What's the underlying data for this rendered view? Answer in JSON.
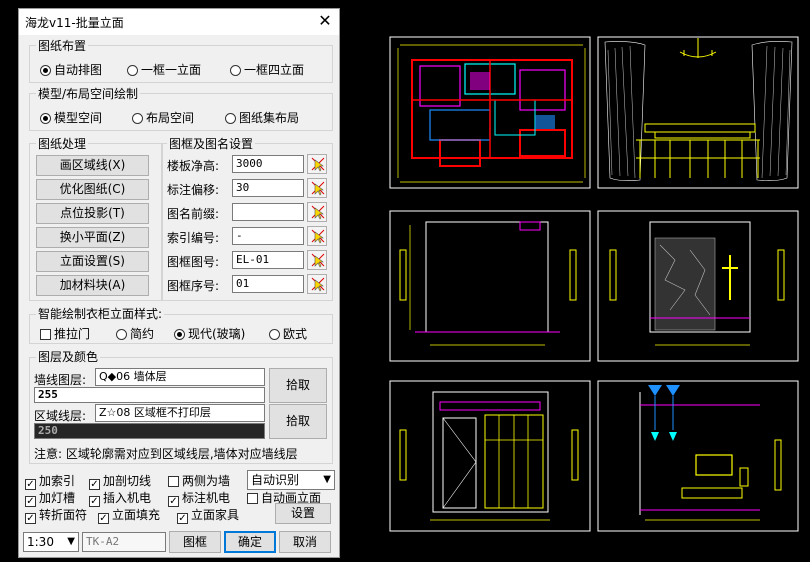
{
  "window": {
    "title": "海龙v11-批量立面",
    "close": "✕"
  },
  "layout_group": {
    "title": "图纸布置",
    "options": [
      "自动排图",
      "一框一立面",
      "一框四立面"
    ],
    "selected": 0
  },
  "space_group": {
    "title": "模型/布局空间绘制",
    "options": [
      "模型空间",
      "布局空间",
      "图纸集布局"
    ],
    "selected": 0
  },
  "processing": {
    "title": "图纸处理",
    "buttons": [
      "画区域线(X)",
      "优化图纸(C)",
      "点位投影(T)",
      "换小平面(Z)",
      "立面设置(S)",
      "加材料块(A)"
    ]
  },
  "frame_settings": {
    "title": "图框及图名设置",
    "fields": [
      {
        "label": "楼板净高:",
        "value": "3000"
      },
      {
        "label": "标注偏移:",
        "value": "30"
      },
      {
        "label": "图名前缀:",
        "value": ""
      },
      {
        "label": "索引编号:",
        "value": "-"
      },
      {
        "label": "图框图号:",
        "value": "EL-01"
      },
      {
        "label": "图框序号:",
        "value": "01"
      }
    ]
  },
  "wardrobe": {
    "title": "智能绘制衣柜立面样式:",
    "checkbox": "推拉门",
    "options": [
      "简约",
      "现代(玻璃)",
      "欧式"
    ],
    "selected": 1
  },
  "layers": {
    "title": "图层及颜色",
    "wall_label": "墙线图层:",
    "wall_value": "Q◆06 墙体层",
    "wall_color": "255",
    "wall_button": "拾取",
    "region_label": "区域线层:",
    "region_value": "Z☆08 区域框不打印层",
    "region_color": "250",
    "region_button": "拾取",
    "note": "注意: 区域轮廓需对应到区域线层,墙体对应墙线层"
  },
  "options": [
    {
      "label": "加索引",
      "checked": true
    },
    {
      "label": "加剖切线",
      "checked": true
    },
    {
      "label": "两侧为墙",
      "checked": false
    },
    {
      "label": "加灯槽",
      "checked": true
    },
    {
      "label": "插入机电",
      "checked": true
    },
    {
      "label": "标注机电",
      "checked": true
    },
    {
      "label": "自动画立面",
      "checked": false
    },
    {
      "label": "转折面符",
      "checked": true
    },
    {
      "label": "立面填充",
      "checked": true
    },
    {
      "label": "立面家具",
      "checked": true
    }
  ],
  "recognize": {
    "value": "自动识别"
  },
  "settings_button": "设置",
  "footer": {
    "scale": "1:30",
    "frame_name": "TK-A2",
    "frame_button": "图框",
    "ok_button": "确定",
    "cancel_button": "取消"
  },
  "colors": {
    "cad_bg": "#000000",
    "line_yellow": "#ffff00",
    "line_red": "#ff0000",
    "line_magenta": "#ff00ff",
    "line_cyan": "#00ffff",
    "line_blue": "#1e90ff",
    "wall_swatch": "#ffffff",
    "region_swatch": "#262626"
  }
}
